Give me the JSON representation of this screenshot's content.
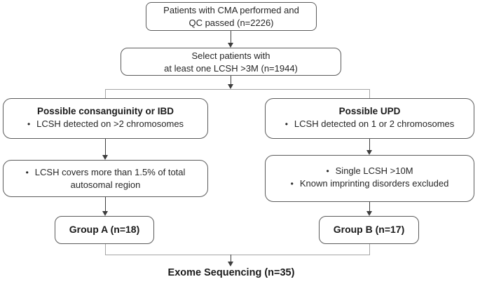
{
  "figure": {
    "bullet_char": "•",
    "nodes": {
      "cma": {
        "line1": "Patients with CMA performed and",
        "line2": "QC passed (n=2226)"
      },
      "select": {
        "line1": "Select patients with",
        "line2": "at least one LCSH >3M (n=1944)"
      },
      "left_criteria": {
        "title": "Possible consanguinity or IBD",
        "bullet": "LCSH detected on >2 chromosomes"
      },
      "right_criteria": {
        "title": "Possible UPD",
        "bullet": "LCSH detected on 1 or 2 chromosomes"
      },
      "left_filter": {
        "bullet_line1": "LCSH covers more than 1.5% of total",
        "line2": "autosomal region"
      },
      "right_filter": {
        "bullet1": "Single LCSH >10M",
        "bullet2": "Known imprinting disorders excluded"
      },
      "group_a": {
        "label": "Group A (n=18)"
      },
      "group_b": {
        "label": "Group B (n=17)"
      },
      "exome": {
        "label": "Exome Sequencing (n=35)"
      }
    },
    "colors": {
      "box_border": "#5b5b5b",
      "connector_line": "#a6a6a6",
      "arrow_line": "#3d3d3d",
      "text": "#262626",
      "background": "#ffffff"
    }
  }
}
